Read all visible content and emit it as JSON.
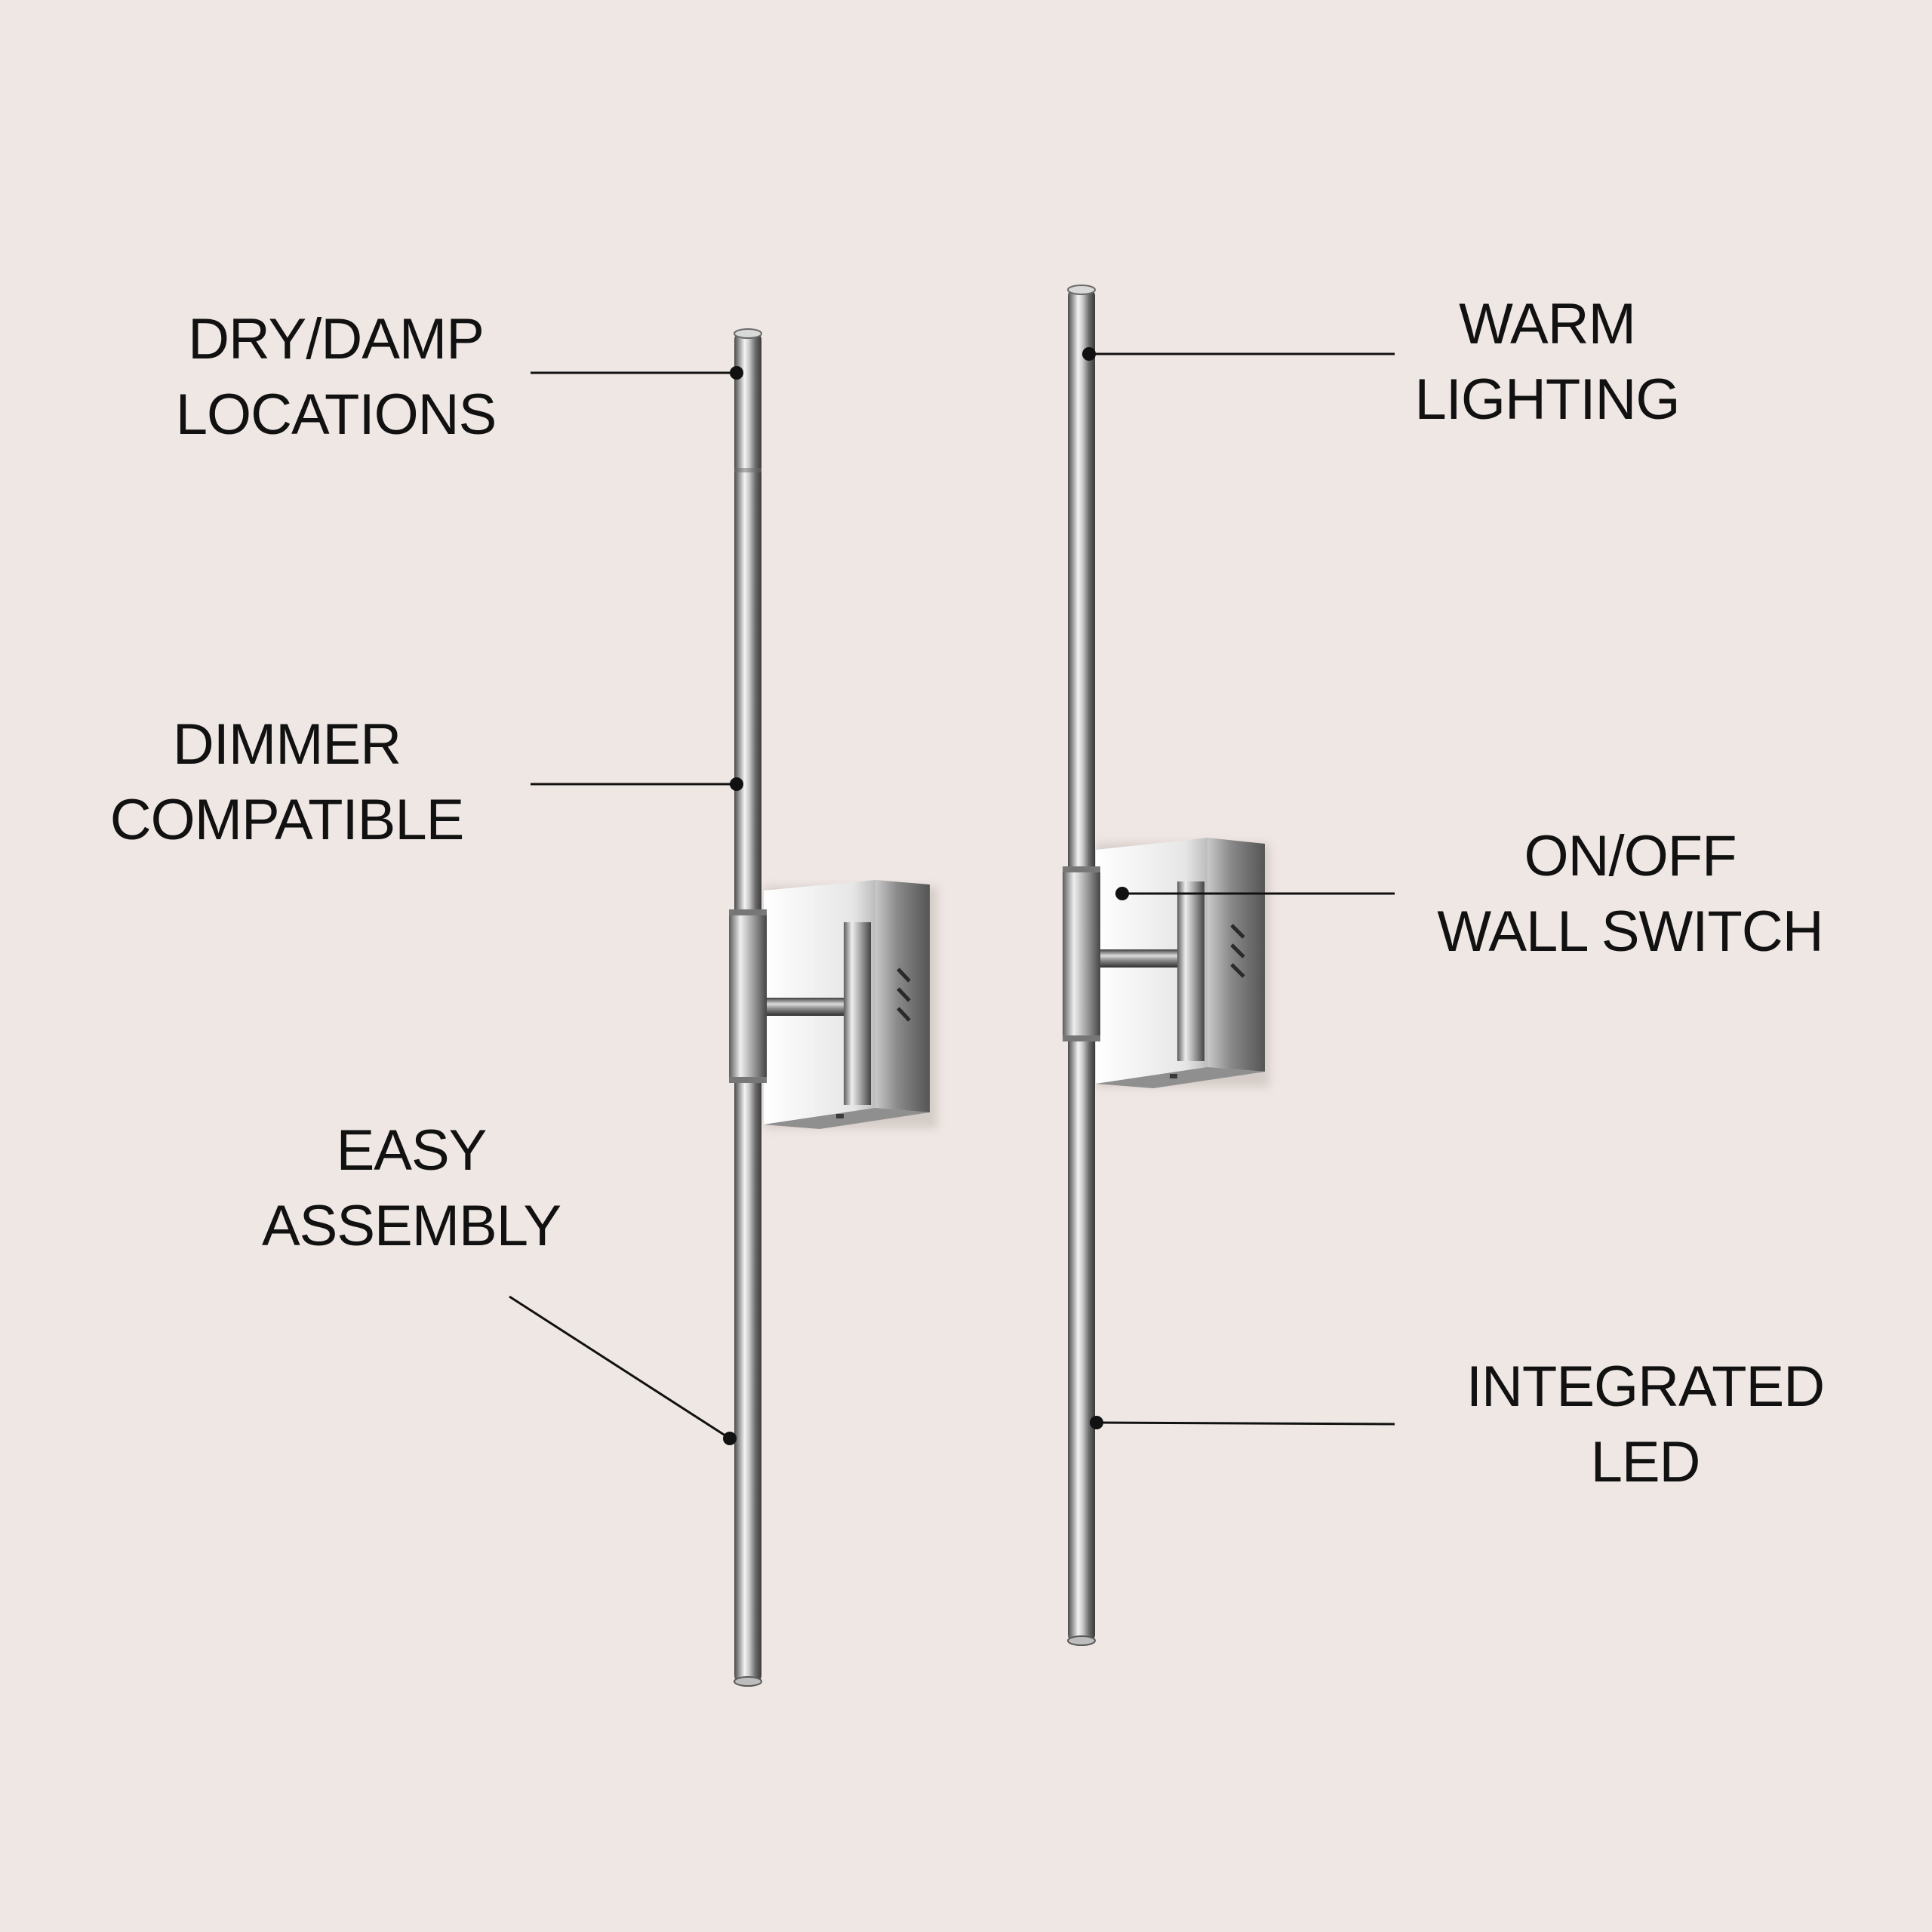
{
  "colors": {
    "background": "#efe7e3",
    "text": "#111111",
    "chrome_light": "#f2f2f2",
    "chrome_dark": "#5a5a5a"
  },
  "callouts": {
    "dry_damp": {
      "line1": "DRY/DAMP",
      "line2": "LOCATIONS"
    },
    "dimmer": {
      "line1": "DIMMER",
      "line2": "COMPATIBLE"
    },
    "easy_assembly": {
      "line1": "EASY",
      "line2": "ASSEMBLY"
    },
    "warm_lighting": {
      "line1": "WARM",
      "line2": "LIGHTING"
    },
    "on_off": {
      "line1": "ON/OFF",
      "line2": "WALL SWITCH"
    },
    "integrated_led": {
      "line1": "INTEGRATED",
      "line2": "LED"
    }
  },
  "products": [
    {
      "name": "left-wall-sconce"
    },
    {
      "name": "right-wall-sconce"
    }
  ]
}
